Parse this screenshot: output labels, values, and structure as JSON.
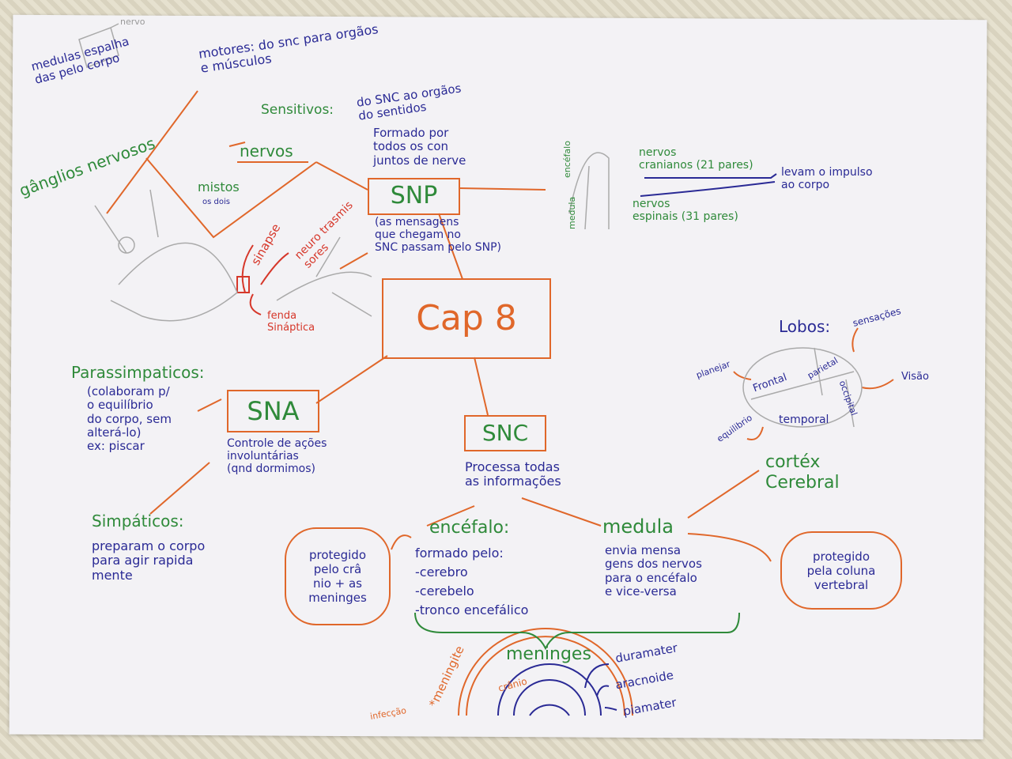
{
  "center": "Cap 8",
  "snp": {
    "label": "SNP",
    "formed": "Formado por\ntodos os con\njuntos de nerve",
    "messages": "(as mensagens\nque chegam no\nSNC passam pelo SNP)",
    "nervos": "nervos",
    "mistos": "mistos",
    "os_dois": "os dois",
    "motores": "motores: do snc para orgãos\ne músculos",
    "sensitivos": "Sensitivos:",
    "sensitivos_desc": "do SNC ao orgãos\ndo sentidos",
    "ganglios": "gânglios nervosos",
    "ganglios_desc": "medulas espalha\ndas pelo corpo",
    "nervo_label": "nervo",
    "sinapse": "sinapse",
    "neurotransmissores": "neuro trasmis\nsores",
    "fenda": "fenda\nSináptica",
    "encefalo_vertical": "encéfalo",
    "medula_vertical": "medula",
    "cranianos": "nervos\ncranianos (21 pares)",
    "espinais": "nervos\nespinais (31 pares)",
    "levam": "levam o impulso\nao corpo"
  },
  "sna": {
    "label": "SNA",
    "desc": "Controle de ações\ninvoluntárias\n(qnd dormimos)",
    "parassimpaticos": "Parassimpaticos:",
    "parassimpaticos_desc": "(colaboram p/\no equilíbrio\ndo corpo, sem\nalterá-lo)\nex: piscar",
    "simpaticos": "Simpáticos:",
    "simpaticos_desc": "preparam o corpo\npara agir rapida\nmente"
  },
  "snc": {
    "label": "SNC",
    "desc": "Processa todas\nas informações",
    "encefalo": "encéfalo:",
    "encefalo_desc": "formado pelo:\n-cerebro\n-cerebelo\n-tronco encefálico",
    "encefalo_cloud": "protegido\npelo crâ\nnio + as\nmeninges",
    "medula": "medula",
    "medula_desc": "envia mensa\ngens dos nervos\npara o encéfalo\ne vice-versa",
    "medula_cloud": "protegido\npela coluna\nvertebral",
    "meninges": "meninges",
    "meningite": "*meningite",
    "infeccao": "infecção",
    "cranio": "crânio",
    "layers": [
      "duramater",
      "aracnoide",
      "piamater"
    ],
    "cortex": "cortéx\nCerebral",
    "lobos": "Lobos:",
    "frontal": "Frontal",
    "parietal": "parietal",
    "occipital": "occipital",
    "temporal": "temporal",
    "planejar": "planejar",
    "sensacoes": "sensações",
    "visao": "Visão",
    "equilibrio": "equilibrio"
  }
}
